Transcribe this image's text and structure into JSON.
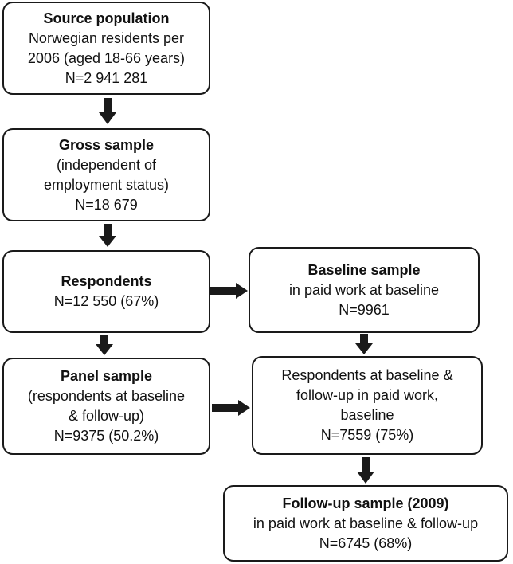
{
  "boxes": {
    "source_population": {
      "title": "Source population",
      "lines": [
        "Norwegian residents per",
        "2006 (aged 18-66 years)",
        "N=2 941 281"
      ]
    },
    "gross_sample": {
      "title": "Gross sample",
      "lines": [
        "(independent of",
        "employment status)",
        "N=18 679"
      ]
    },
    "respondents": {
      "title": "Respondents",
      "lines": [
        "N=12 550 (67%)"
      ]
    },
    "baseline_sample": {
      "title": "Baseline sample",
      "lines": [
        "in paid work at baseline",
        "N=9961"
      ]
    },
    "panel_sample": {
      "title": "Panel sample",
      "lines": [
        "(respondents at baseline",
        "& follow-up)",
        "N=9375 (50.2%)"
      ]
    },
    "respondents_baseline_followup": {
      "lines": [
        "Respondents at baseline &",
        "follow-up in paid work,",
        "baseline",
        "N=7559 (75%)"
      ]
    },
    "followup_sample": {
      "title": "Follow-up sample (2009)",
      "lines": [
        "in paid work at baseline & follow-up",
        "N=6745 (68%)"
      ]
    }
  }
}
